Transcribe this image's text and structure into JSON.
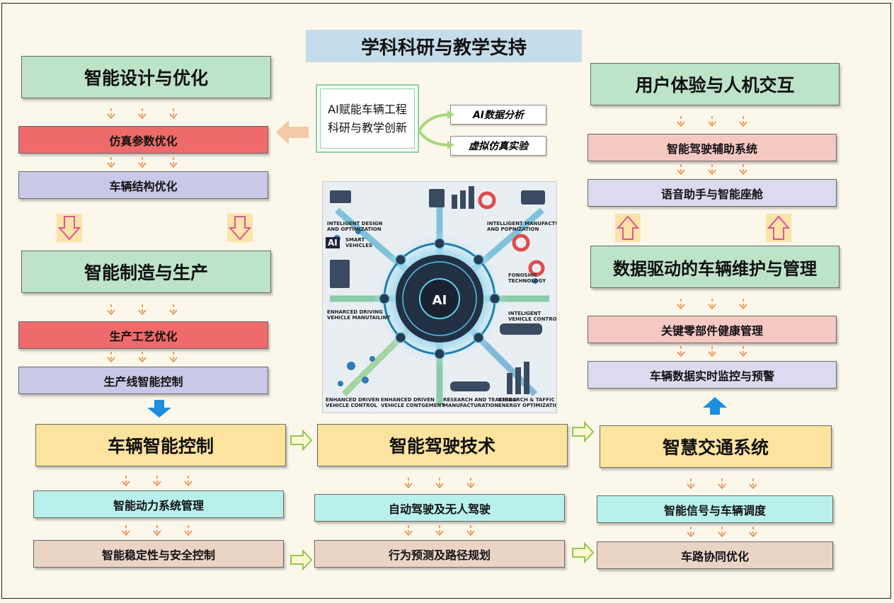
{
  "header": {
    "title": "学科科研与教学支持"
  },
  "center": {
    "line1": "AI赋能车辆工程",
    "line2": "科研与教学创新",
    "tag_analysis": "AI数据分析",
    "tag_sim": "虚拟仿真实验"
  },
  "design": {
    "title": "智能设计与优化",
    "item1": "仿真参数优化",
    "item2": "车辆结构优化"
  },
  "manufacture": {
    "title": "智能制造与生产",
    "item1": "生产工艺优化",
    "item2": "生产线智能控制"
  },
  "control": {
    "title": "车辆智能控制",
    "item1": "智能动力系统管理",
    "item2": "智能稳定性与安全控制"
  },
  "driving": {
    "title": "智能驾驶技术",
    "item1": "自动驾驶及无人驾驶",
    "item2": "行为预测及路径规划"
  },
  "traffic": {
    "title": "智慧交通系统",
    "item1": "智能信号与车辆调度",
    "item2": "车路协同优化"
  },
  "maintenance": {
    "title": "数据驱动的车辆维护与管理",
    "item1": "关键零部件健康管理",
    "item2": "车辆数据实时监控与预警"
  },
  "ux": {
    "title": "用户体验与人机交互",
    "item1": "智能驾驶辅助系统",
    "item2": "语音助手与智能座舱"
  },
  "hub_image": {
    "center_label": "AI",
    "side_label": "AI",
    "smart_label": "SMART\nVEHICLES",
    "t1": "INTELIGENT DESIGN\nAND OPTIMIZATION",
    "t2": "INTELLIGENT MANUFACTURING\nAND POPNIZATION",
    "t3": "ENHARCED DRIVING\nVEHICLE MANUTAILINT",
    "t4": "INTELIGENT\nVEHICLE CONTROL",
    "t5": "FONOSHIC\nTECHNOLOGY",
    "b1": "ENHANCED DRIVEN\nVEHICLE CONTROL",
    "b2": "ENHANCED DRIVEN\nVEHICLE CONTGEMENT",
    "b3": "RESEARCH AND TEACHING\nMANUFACTURATION",
    "b4": "RESEARCH & TAFFIC\nENERGY OPTIMIZATION"
  }
}
